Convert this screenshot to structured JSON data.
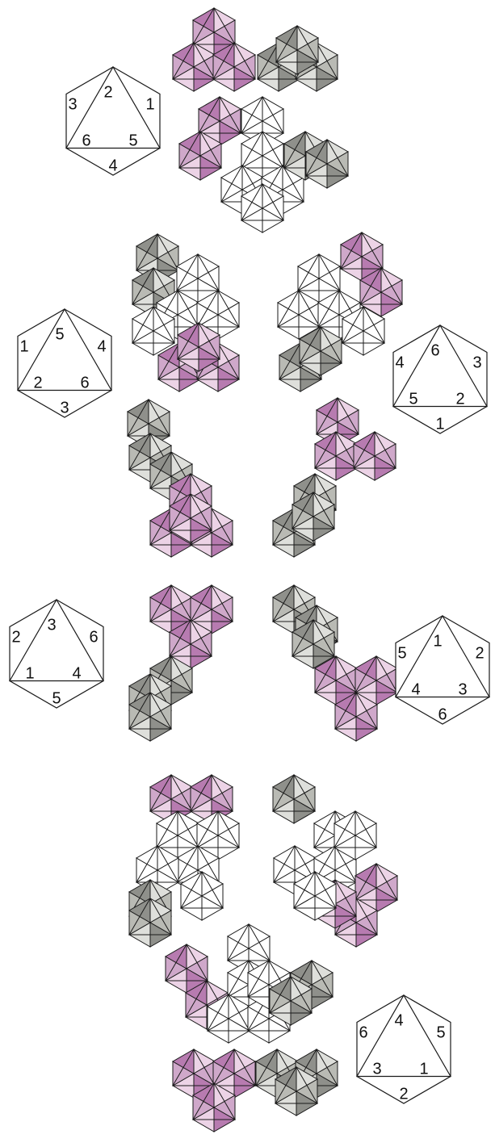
{
  "colors": {
    "pink_light": "#ecd3e6",
    "pink_mid": "#cfa8ca",
    "pink_dark": "#b77bb0",
    "grey_light": "#dedfdb",
    "grey_mid": "#b9bab4",
    "grey_dark": "#8f908b",
    "white": "#ffffff",
    "stroke": "#1a1a1a"
  },
  "key_hexagons": [
    {
      "id": "key-hex-1",
      "labels": [
        "2",
        "1",
        "5",
        "4",
        "6",
        "3"
      ]
    },
    {
      "id": "key-hex-2",
      "labels": [
        "5",
        "4",
        "6",
        "3",
        "2",
        "1"
      ]
    },
    {
      "id": "key-hex-3",
      "labels": [
        "6",
        "3",
        "2",
        "1",
        "5",
        "4"
      ]
    },
    {
      "id": "key-hex-4",
      "labels": [
        "3",
        "6",
        "4",
        "5",
        "1",
        "2"
      ]
    },
    {
      "id": "key-hex-5",
      "labels": [
        "1",
        "2",
        "3",
        "6",
        "4",
        "5"
      ]
    },
    {
      "id": "key-hex-6",
      "labels": [
        "4",
        "5",
        "1",
        "2",
        "3",
        "6"
      ]
    }
  ],
  "clusters": [
    {
      "id": "row1-top",
      "hexes": [
        [
          "pink",
          265,
          40
        ],
        [
          "pink",
          240,
          83
        ],
        [
          "pink",
          290,
          83
        ],
        [
          "grey",
          345,
          83
        ],
        [
          "grey",
          392,
          83
        ],
        [
          "grey",
          368,
          62
        ]
      ]
    },
    {
      "id": "row1-bottom",
      "hexes": [
        [
          "pink",
          272,
          150
        ],
        [
          "pink",
          248,
          193
        ],
        [
          "white",
          325,
          150
        ],
        [
          "white",
          325,
          193
        ],
        [
          "white",
          300,
          235
        ],
        [
          "white",
          350,
          235
        ],
        [
          "white",
          325,
          258
        ],
        [
          "grey",
          378,
          193
        ],
        [
          "grey",
          405,
          203
        ]
      ]
    },
    {
      "id": "row2-left",
      "hexes": [
        [
          "grey",
          195,
          320
        ],
        [
          "grey",
          190,
          362
        ],
        [
          "white",
          245,
          345
        ],
        [
          "white",
          220,
          390
        ],
        [
          "white",
          270,
          390
        ],
        [
          "white",
          190,
          410
        ],
        [
          "pink",
          222,
          455
        ],
        [
          "pink",
          270,
          455
        ],
        [
          "pink",
          246,
          430
        ]
      ]
    },
    {
      "id": "row2-right",
      "hexes": [
        [
          "pink",
          448,
          318
        ],
        [
          "pink",
          472,
          362
        ],
        [
          "white",
          395,
          345
        ],
        [
          "white",
          370,
          390
        ],
        [
          "white",
          420,
          390
        ],
        [
          "white",
          450,
          410
        ],
        [
          "grey",
          372,
          455
        ],
        [
          "grey",
          397,
          435
        ]
      ]
    },
    {
      "id": "row3-left",
      "hexes": [
        [
          "grey",
          184,
          525
        ],
        [
          "grey",
          186,
          567
        ],
        [
          "grey",
          212,
          590
        ],
        [
          "pink",
          236,
          617
        ],
        [
          "pink",
          212,
          660
        ],
        [
          "pink",
          262,
          660
        ],
        [
          "pink",
          236,
          642
        ]
      ]
    },
    {
      "id": "row3-right",
      "hexes": [
        [
          "pink",
          418,
          523
        ],
        [
          "pink",
          416,
          565
        ],
        [
          "pink",
          464,
          565
        ],
        [
          "grey",
          390,
          617
        ],
        [
          "grey",
          364,
          660
        ],
        [
          "grey",
          388,
          640
        ]
      ]
    },
    {
      "id": "row4-left",
      "hexes": [
        [
          "pink",
          212,
          755
        ],
        [
          "pink",
          262,
          755
        ],
        [
          "pink",
          236,
          798
        ],
        [
          "grey",
          212,
          843
        ],
        [
          "grey",
          186,
          865
        ],
        [
          "grey",
          186,
          888
        ]
      ]
    },
    {
      "id": "row4-right",
      "hexes": [
        [
          "grey",
          364,
          755
        ],
        [
          "grey",
          392,
          780
        ],
        [
          "grey",
          388,
          798
        ],
        [
          "pink",
          416,
          843
        ],
        [
          "pink",
          466,
          843
        ],
        [
          "pink",
          441,
          888
        ]
      ]
    },
    {
      "id": "row5-left",
      "hexes": [
        [
          "pink",
          212,
          990
        ],
        [
          "pink",
          262,
          990
        ],
        [
          "white",
          220,
          1035
        ],
        [
          "white",
          270,
          1035
        ],
        [
          "white",
          245,
          1078
        ],
        [
          "white",
          195,
          1078
        ],
        [
          "grey",
          186,
          1120
        ],
        [
          "grey",
          186,
          1143
        ],
        [
          "white",
          250,
          1110
        ]
      ]
    },
    {
      "id": "row5-right",
      "hexes": [
        [
          "grey",
          364,
          990
        ],
        [
          "white",
          415,
          1035
        ],
        [
          "white",
          365,
          1078
        ],
        [
          "white",
          415,
          1078
        ],
        [
          "white",
          440,
          1035
        ],
        [
          "pink",
          466,
          1100
        ],
        [
          "pink",
          441,
          1143
        ],
        [
          "pink",
          415,
          1120
        ],
        [
          "white",
          390,
          1110
        ]
      ]
    },
    {
      "id": "row6-top",
      "hexes": [
        [
          "pink",
          231,
          1200
        ],
        [
          "pink",
          256,
          1245
        ],
        [
          "white",
          308,
          1175
        ],
        [
          "white",
          308,
          1220
        ],
        [
          "white",
          283,
          1262
        ],
        [
          "white",
          333,
          1262
        ],
        [
          "white",
          333,
          1220
        ],
        [
          "grey",
          386,
          1220
        ],
        [
          "grey",
          360,
          1240
        ]
      ]
    },
    {
      "id": "row6-bottom",
      "hexes": [
        [
          "pink",
          240,
          1330
        ],
        [
          "pink",
          290,
          1330
        ],
        [
          "pink",
          265,
          1372
        ],
        [
          "grey",
          343,
          1330
        ],
        [
          "grey",
          392,
          1330
        ],
        [
          "grey",
          367,
          1352
        ]
      ]
    }
  ]
}
